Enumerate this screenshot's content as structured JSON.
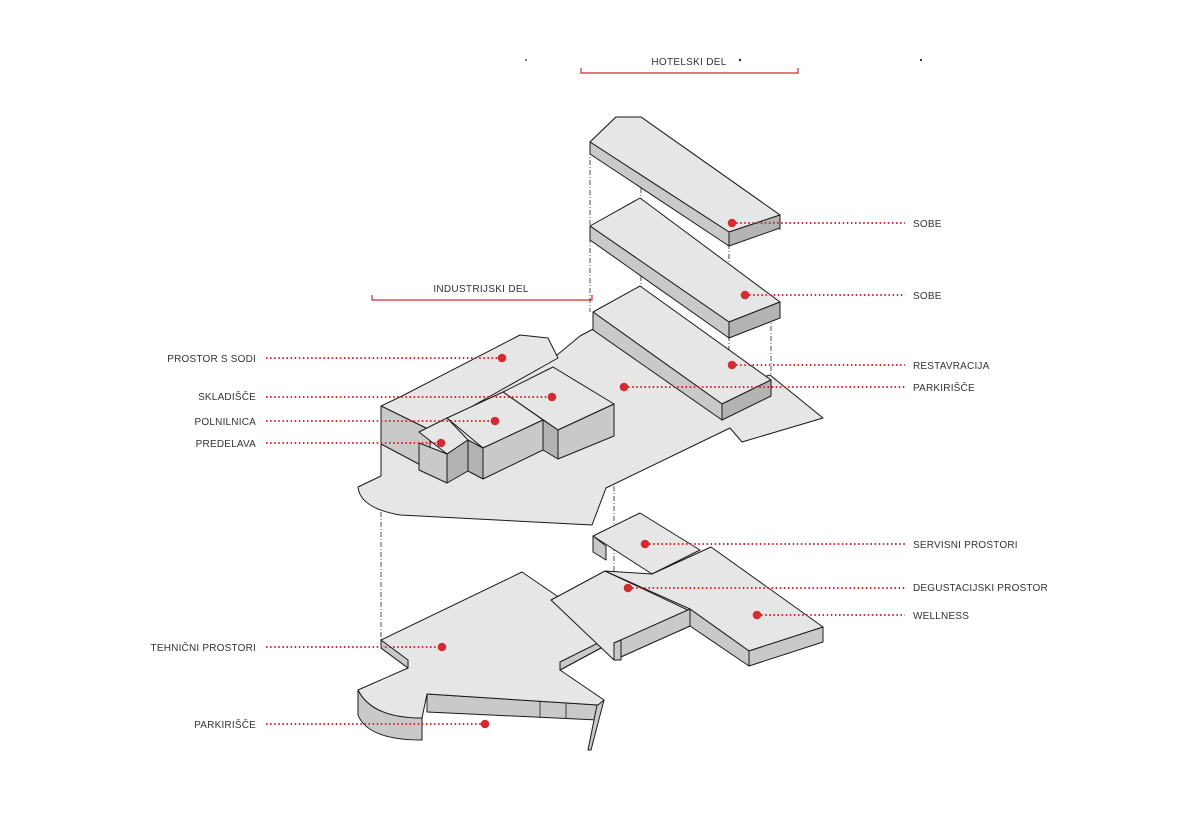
{
  "sections": {
    "hotel": "HOTELSKI DEL",
    "industrial": "INDUSTRIJSKI DEL"
  },
  "labels": {
    "sobe_top": "SOBE",
    "sobe_mid": "SOBE",
    "restavracija": "RESTAVRACIJA",
    "parkirisce_upper": "PARKIRIŠČE",
    "prostor_s_sodi": "PROSTOR S SODI",
    "skladisce": "SKLADIŠČE",
    "polnilnica": "POLNILNICA",
    "predelava": "PREDELAVA",
    "servisni_prostori": "SERVISNI PROSTORI",
    "degustacijski_prostor": "DEGUSTACIJSKI PROSTOR",
    "wellness": "WELLNESS",
    "tehnicni_prostori": "TEHNIČNI PROSTORI",
    "parkirisce_lower": "PARKIRIŠČE"
  },
  "colors": {
    "accent": "#d42a30",
    "fill_top": "#e6e6e6",
    "fill_side": "#c9c9c9",
    "line": "#1a1a1a"
  }
}
